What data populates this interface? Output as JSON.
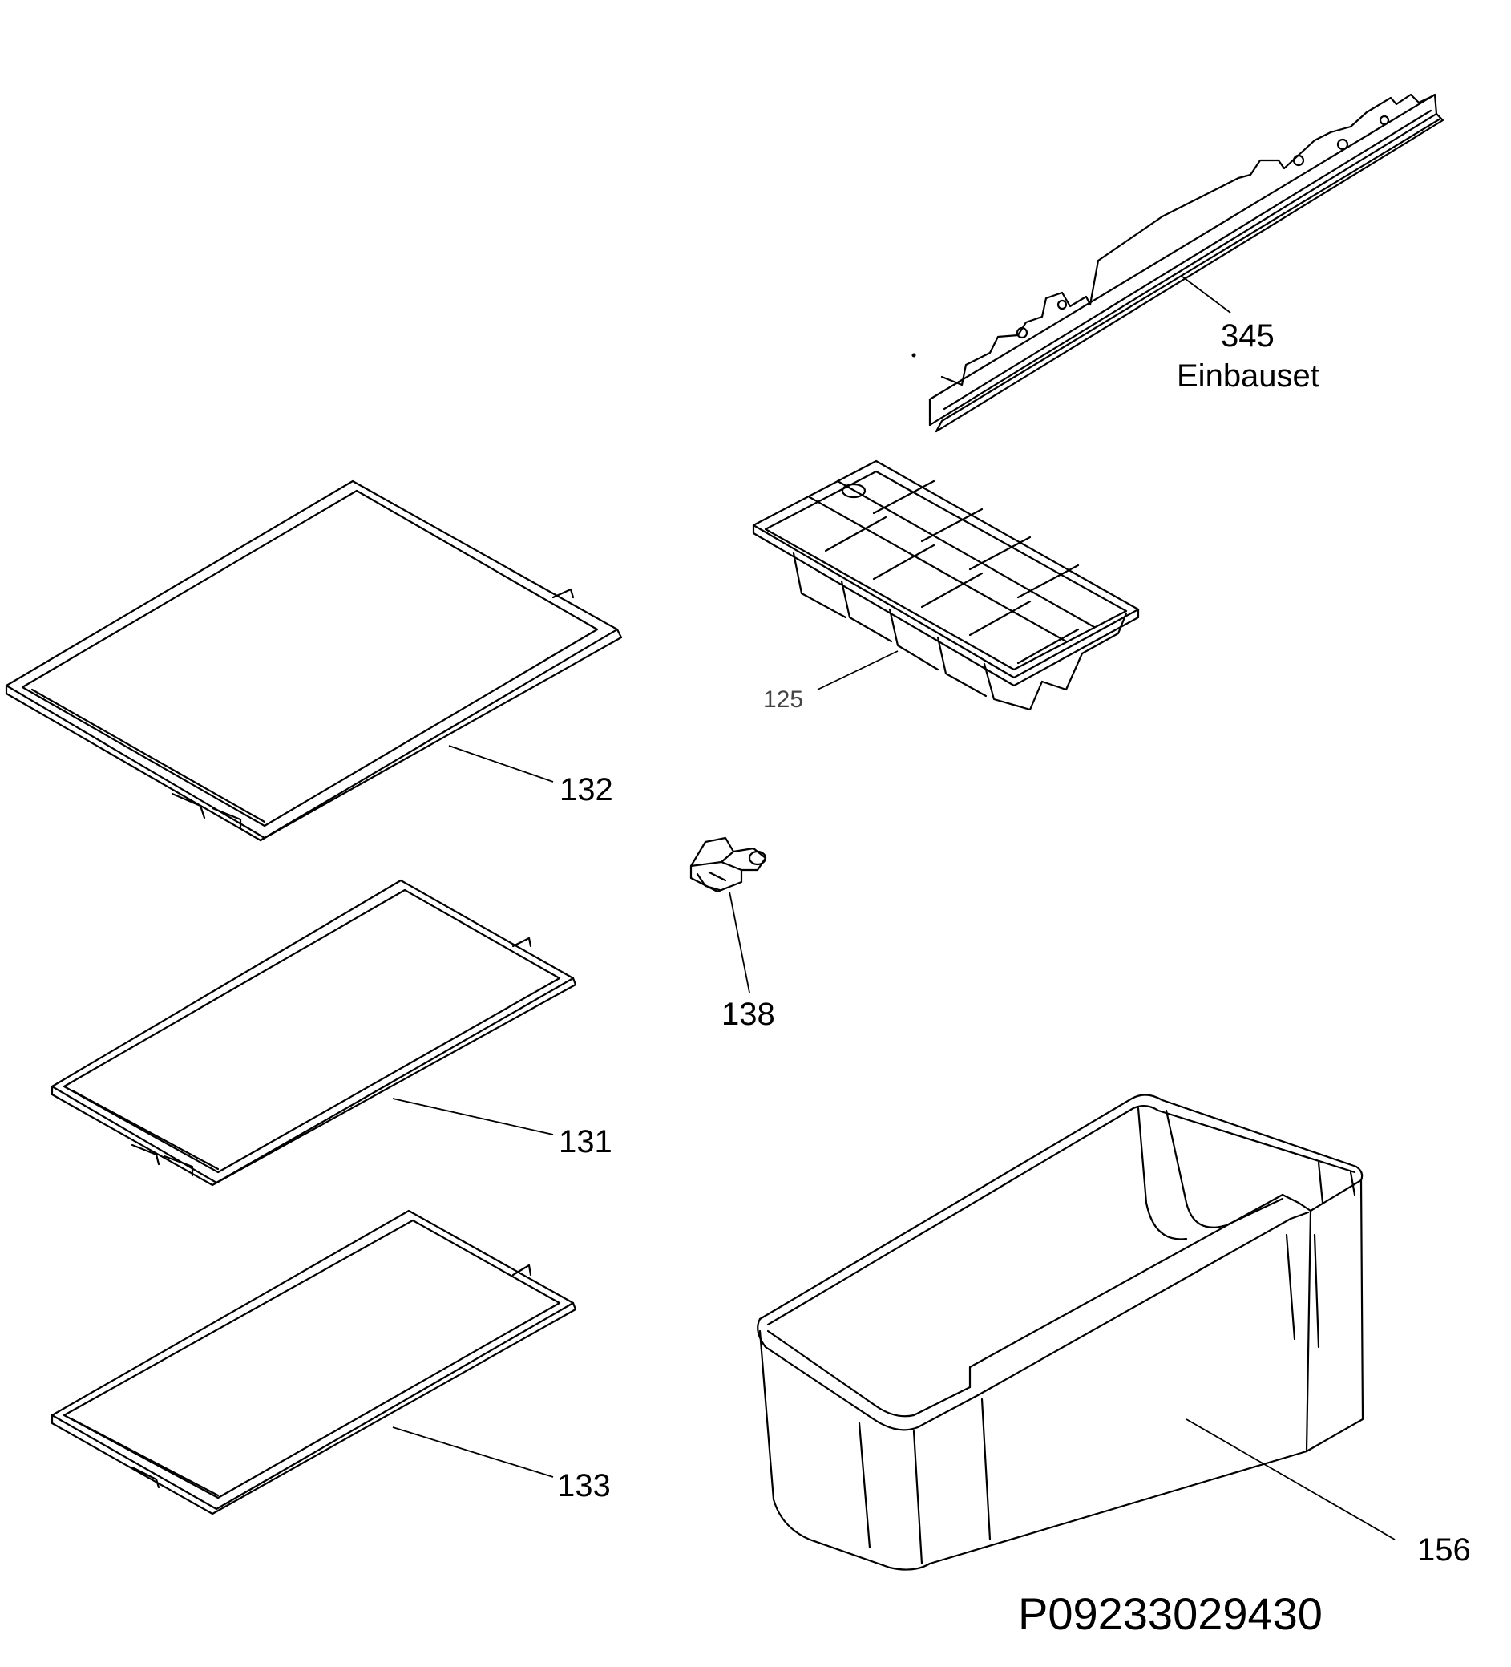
{
  "parts": [
    {
      "id": "345",
      "number": "345",
      "caption": "Einbauset"
    },
    {
      "id": "125",
      "number": "125"
    },
    {
      "id": "132",
      "number": "132"
    },
    {
      "id": "138",
      "number": "138"
    },
    {
      "id": "131",
      "number": "131"
    },
    {
      "id": "133",
      "number": "133"
    },
    {
      "id": "156",
      "number": "156"
    }
  ],
  "drawing_id": "P09233029430"
}
